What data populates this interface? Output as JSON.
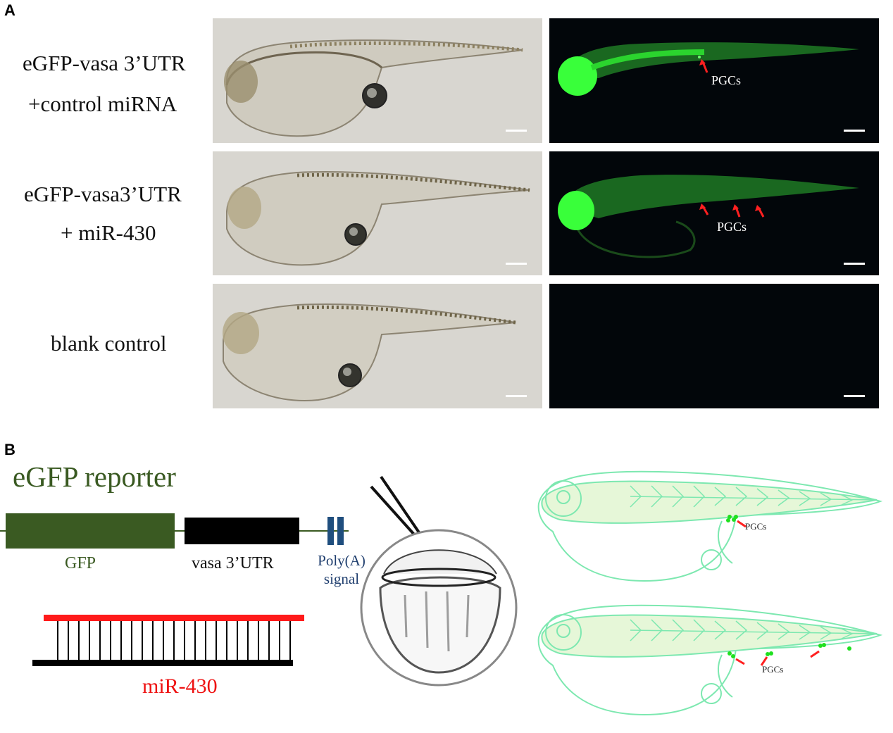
{
  "panel_a": {
    "letter": "A",
    "rows": [
      {
        "label_line1": "eGFP-vasa 3’UTR",
        "label_line2": "+control miRNA",
        "pgc_label": "PGCs"
      },
      {
        "label_line1": "eGFP-vasa3’UTR",
        "label_line2": "+ miR-430",
        "pgc_label": "PGCs"
      },
      {
        "label_line1": "blank control",
        "label_line2": "",
        "pgc_label": ""
      }
    ]
  },
  "panel_b": {
    "letter": "B",
    "title": "eGFP  reporter",
    "gfp_label": "GFP",
    "vasa_label": "vasa 3’UTR",
    "polya_line1": "Poly(A)",
    "polya_line2": "signal",
    "mir_label": "miR-430",
    "pgc_label_top": "PGCs",
    "pgc_label_bottom": "PGCs"
  },
  "colors": {
    "gfp_green": "#39ff3a",
    "arrow_red": "#ff2020",
    "reporter_green": "#3a5a22",
    "mir_red": "#e11",
    "polya_blue": "#1f4e7e",
    "outline_mint": "#7de8b0"
  }
}
